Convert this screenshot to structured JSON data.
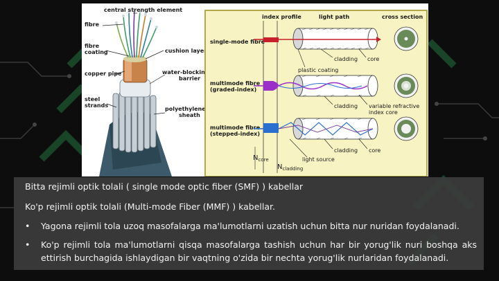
{
  "diagram": {
    "left_labels": {
      "central_strength_element": "central strength element",
      "fibre": "fibre",
      "fibre_coating": "fibre coating",
      "copper_pipe": "copper pipe",
      "steel_strands": "steel strands",
      "cushion_layer": "cushion layer",
      "water_blocking_barrier": "water-blocking barrier",
      "polyethylene_sheath": "polyethylene sheath"
    },
    "headers": {
      "index_profile": "index profile",
      "light_path": "light path",
      "cross_section": "cross section"
    },
    "rows": {
      "smf": "single-mode fibre",
      "mmf_graded": "multimode fibre (graded-index)",
      "mmf_stepped": "multimode fibre (stepped-index)"
    },
    "labels": {
      "cladding": "cladding",
      "core": "core",
      "plastic_coating": "plastic coating",
      "variable_refractive_index_core": "variable refractive index core",
      "light_source": "light source",
      "n_core": "N",
      "n_core_sub": "core",
      "n_cladding": "N",
      "n_cladding_sub": "cladding"
    }
  },
  "caption": {
    "line1": "Bitta rejimli optik tolali ( single mode optic fiber (SMF) ) kabellar",
    "line2": "Ko'p rejimli optik tolali (Multi-mode Fiber (MMF) ) kabellar.",
    "bullet_char": "•",
    "bullets": [
      "Yagona rejimli tola uzoq masofalarga ma'lumotlarni uzatish uchun bitta nur nuridan foydalanadi.",
      "Ko'p rejimli tola ma'lumotlarni qisqa masofalarga tashish uchun har bir yorug'lik nuri boshqa aks ettirish burchagida ishlaydigan bir vaqtning o'zida bir nechta yorug'lik nurlaridan foydalanadi."
    ]
  }
}
